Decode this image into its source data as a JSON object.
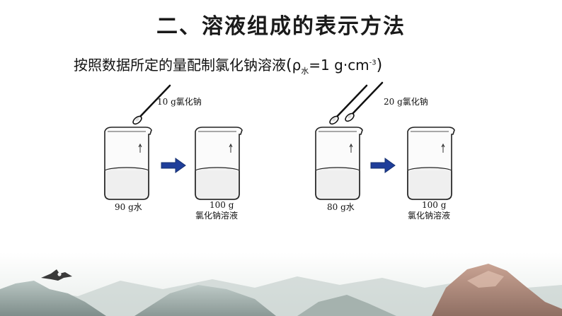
{
  "title": "二、溶液组成的表示方法",
  "instruction": {
    "text": "按照数据所定的量配制氯化钠溶液",
    "rho": "ρ",
    "rho_sub": "水",
    "eq": "=1 g·cm",
    "exp": "-3"
  },
  "experiments": [
    {
      "solute_label": "10 g氯化钠",
      "before_label": "90 g水",
      "after_label_1": "100 g",
      "after_label_2": "氯化钠溶液"
    },
    {
      "solute_label": "20 g氯化钠",
      "before_label": "80 g水",
      "after_label_1": "100 g",
      "after_label_2": "氯化钠溶液"
    }
  ],
  "colors": {
    "arrow": "#1f3e9a",
    "liquid_line": "#222222"
  }
}
